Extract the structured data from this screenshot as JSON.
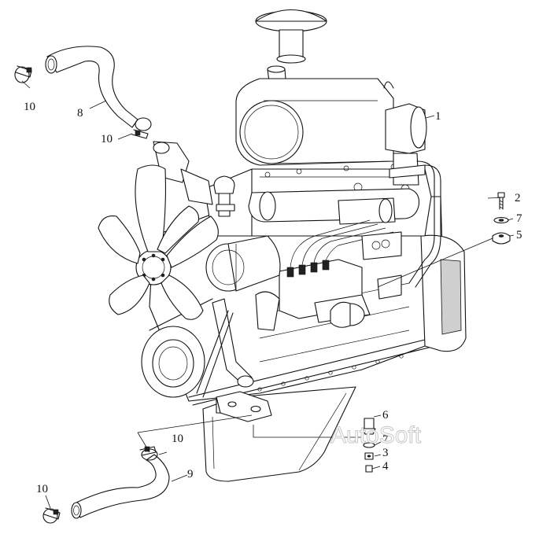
{
  "callouts": [
    {
      "id": "c1",
      "text": "1"
    },
    {
      "id": "c2",
      "text": "2"
    },
    {
      "id": "c7a",
      "text": "7"
    },
    {
      "id": "c5",
      "text": "5"
    },
    {
      "id": "c6",
      "text": "6"
    },
    {
      "id": "c7b",
      "text": "7"
    },
    {
      "id": "c3",
      "text": "3"
    },
    {
      "id": "c4",
      "text": "4"
    },
    {
      "id": "c8",
      "text": "8"
    },
    {
      "id": "c9",
      "text": "9"
    },
    {
      "id": "c10a",
      "text": "10"
    },
    {
      "id": "c10b",
      "text": "10"
    },
    {
      "id": "c10c",
      "text": "10"
    },
    {
      "id": "c10d",
      "text": "10"
    }
  ],
  "watermark": "AutoSoft",
  "colors": {
    "line": "#111111",
    "background": "#ffffff",
    "watermark": "#c8c8c8"
  }
}
